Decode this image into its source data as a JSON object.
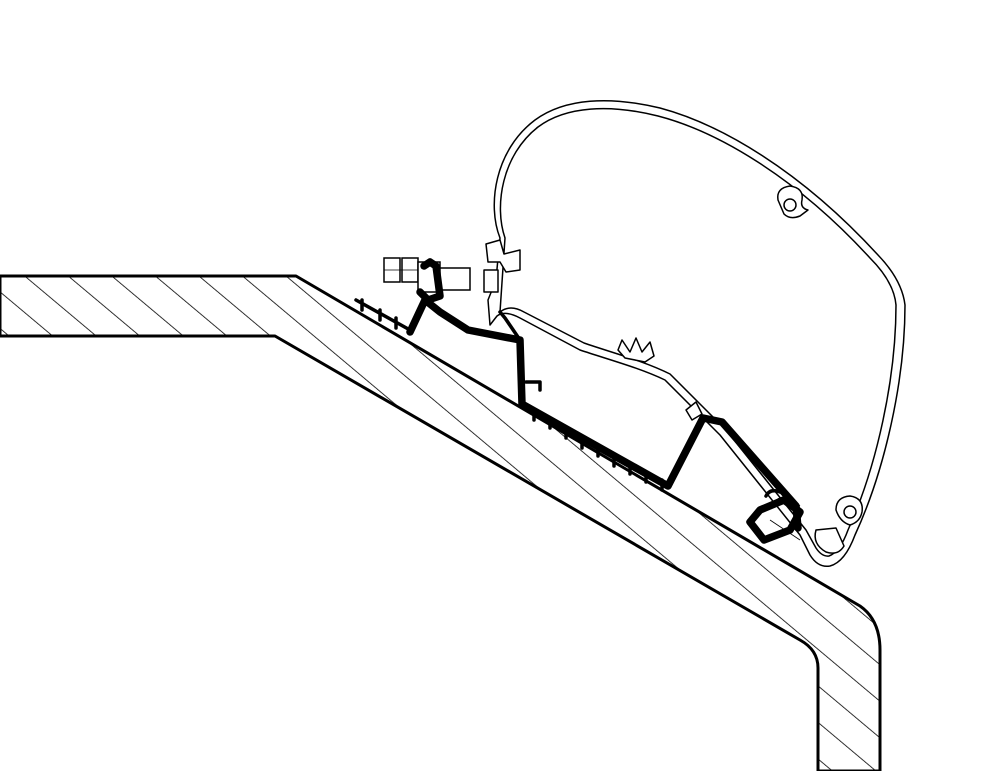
{
  "diagram": {
    "parts": [
      {
        "key": "roof",
        "icon": "hatched-roof-section"
      },
      {
        "key": "adapter",
        "icon": "awning-adapter-rail"
      },
      {
        "key": "awning",
        "icon": "awning-case-profile"
      },
      {
        "key": "bolt",
        "icon": "bolt-and-nut"
      },
      {
        "key": "clip",
        "icon": "front-clip"
      }
    ],
    "colors": {
      "line": "#000000",
      "background": "#ffffff"
    }
  }
}
